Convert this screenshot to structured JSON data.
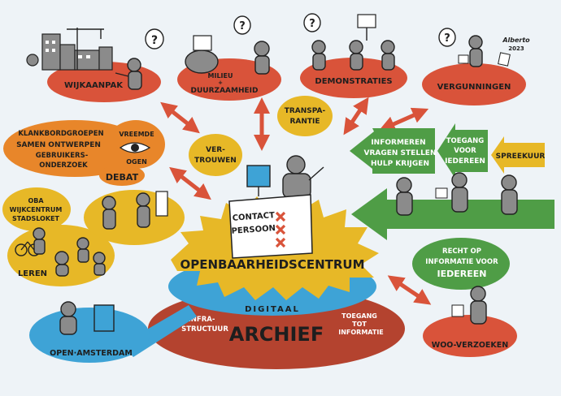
{
  "signature": {
    "name": "Alberto",
    "year": "2023"
  },
  "nodes": {
    "wijkaanpak": "WIJKAANPAK",
    "milieu_line1": "MILIEU",
    "milieu_plus": "+",
    "milieu_line2": "DUURZAAMHEID",
    "demonstraties": "DEMONSTRATIES",
    "vergunningen": "VERGUNNINGEN",
    "klank": [
      "KLANKBORDGROEPEN",
      "SAMEN ONTWERPEN",
      "GEBRUIKERS-",
      "ONDERZOEK"
    ],
    "vreemde_ogen": [
      "VREEMDE",
      "OGEN"
    ],
    "debat": "DEBAT",
    "vertrouwen": [
      "VER-",
      "TROUWEN"
    ],
    "transparantie": [
      "TRANSPA-",
      "RANTIE"
    ],
    "informeren": [
      "INFORMEREN",
      "VRAGEN STELLEN",
      "HULP KRIJGEN"
    ],
    "toegang": [
      "TOEGANG",
      "VOOR",
      "IEDEREEN"
    ],
    "spreekuur": "SPREEKUUR",
    "oba": [
      "OBA",
      "WIJKCENTRUM",
      "STADSLOKET"
    ],
    "leren": "LEREN",
    "contact": [
      "CONTACT",
      "PERSOON"
    ],
    "recht": [
      "RECHT OP",
      "INFORMATIE VOOR",
      "IEDEREEN"
    ],
    "openbaarheidscentrum": "OPENBAARHEIDSCENTRUM",
    "digitaal": "DIGITAAL",
    "infrastructuur": [
      "INFRA-",
      "STRUCTUUR"
    ],
    "archief": "ARCHIEF",
    "toegang_informatie": [
      "TOEGANG",
      "TOT",
      "INFORMATIE"
    ],
    "open_amsterdam": "OPEN·AMSTERDAM",
    "woo": "WOO-VERZOEKEN"
  },
  "speech_bubble_symbol": "?",
  "colors": {
    "background": "#eef3f7",
    "red": "#d9533a",
    "orange": "#e8862a",
    "yellow": "#e7b827",
    "green": "#4f9d46",
    "blue": "#3ea3d6",
    "darkred": "#b4432f",
    "grey": "#8b8b8b"
  },
  "icons": [
    "building-icon",
    "crane-icon",
    "person-icon",
    "speech-bubble-icon",
    "eye-icon",
    "monitor-icon",
    "amsterdam-cross-icon",
    "bicycle-icon",
    "protest-sign-icon"
  ]
}
